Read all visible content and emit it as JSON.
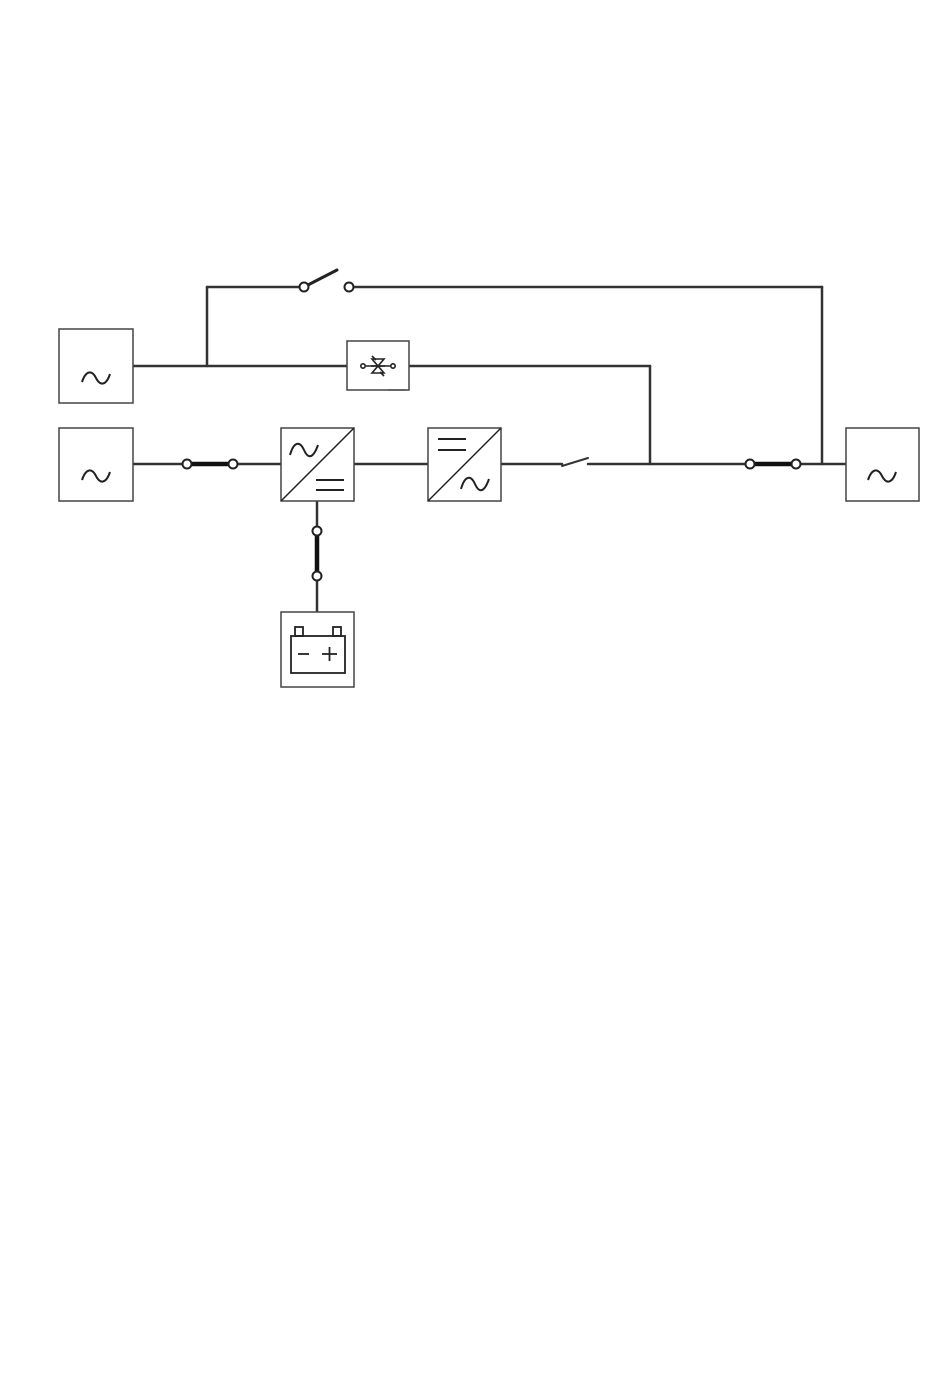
{
  "diagram": {
    "type": "single-line electrical schematic (online double-conversion UPS)",
    "components": [
      {
        "id": "bypass-ac-source",
        "icon": "ac-sine-icon"
      },
      {
        "id": "main-ac-source",
        "icon": "ac-sine-icon"
      },
      {
        "id": "load-ac-output",
        "icon": "ac-sine-icon"
      },
      {
        "id": "rectifier",
        "icon": "ac-to-dc-icon"
      },
      {
        "id": "inverter",
        "icon": "dc-to-ac-icon"
      },
      {
        "id": "static-switch",
        "icon": "thyristor-icon"
      },
      {
        "id": "battery",
        "icon": "battery-icon"
      },
      {
        "id": "maintenance-bypass-switch",
        "icon": "open-switch-icon"
      },
      {
        "id": "inverter-output-switch",
        "icon": "open-switch-icon"
      },
      {
        "id": "input-breaker",
        "icon": "closed-breaker-icon"
      },
      {
        "id": "battery-breaker",
        "icon": "closed-breaker-icon"
      },
      {
        "id": "output-breaker",
        "icon": "closed-breaker-icon"
      }
    ],
    "colors": {
      "line": "#333333",
      "box_border": "#444444",
      "background": "#ffffff"
    }
  }
}
